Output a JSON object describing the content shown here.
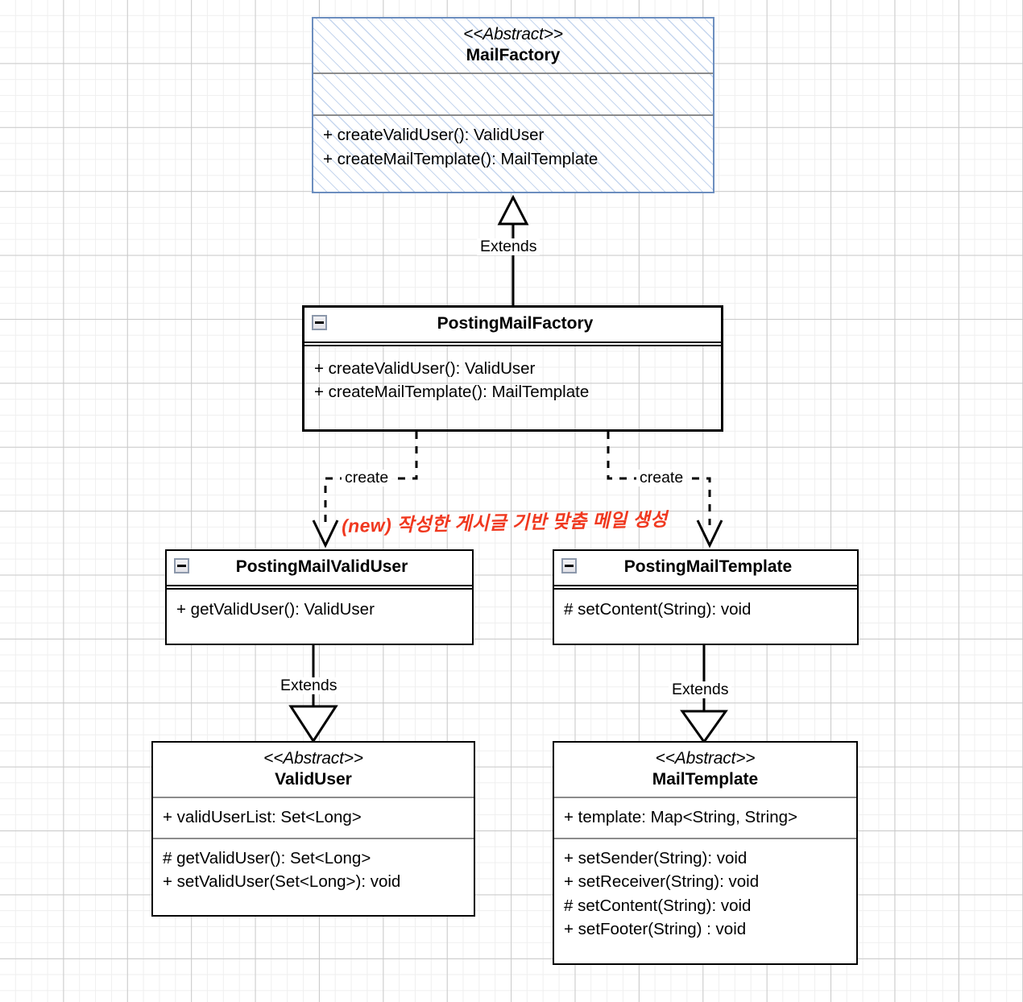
{
  "diagram": {
    "type": "uml-class-diagram",
    "background": "graph-paper-grid",
    "accent_blue": "#6c8ebf",
    "annotation_color": "#f0381f"
  },
  "classes": {
    "mail_factory": {
      "stereotype": "<<Abstract>>",
      "name": "MailFactory",
      "attributes": [],
      "methods": [
        "+ createValidUser(): ValidUser",
        "+ createMailTemplate(): MailTemplate"
      ],
      "state": "selected-highlighted"
    },
    "posting_mail_factory": {
      "name": "PostingMailFactory",
      "toggle": "collapse-minus",
      "methods": [
        "+ createValidUser(): ValidUser",
        "+ createMailTemplate(): MailTemplate"
      ]
    },
    "posting_mail_valid_user": {
      "name": "PostingMailValidUser",
      "toggle": "collapse-minus",
      "methods": [
        "+ getValidUser(): ValidUser"
      ]
    },
    "posting_mail_template": {
      "name": "PostingMailTemplate",
      "toggle": "collapse-minus",
      "methods": [
        "# setContent(String): void"
      ]
    },
    "valid_user": {
      "stereotype": "<<Abstract>>",
      "name": "ValidUser",
      "attributes": [
        "+ validUserList: Set<Long>"
      ],
      "methods": [
        "# getValidUser(): Set<Long>",
        "+ setValidUser(Set<Long>): void"
      ]
    },
    "mail_template": {
      "stereotype": "<<Abstract>>",
      "name": "MailTemplate",
      "attributes": [
        "+ template: Map<String, String>"
      ],
      "methods": [
        "+ setSender(String): void",
        "+ setReceiver(String): void",
        "# setContent(String): void",
        "+ setFooter(String) : void"
      ]
    }
  },
  "relations": {
    "extends_factory": "Extends",
    "extends_valid_user": "Extends",
    "extends_mail_template": "Extends",
    "create_left": "create",
    "create_right": "create"
  },
  "annotations": {
    "new_feature_note": "(new) 작성한 게시글 기반 맞춤 메일 생성"
  }
}
